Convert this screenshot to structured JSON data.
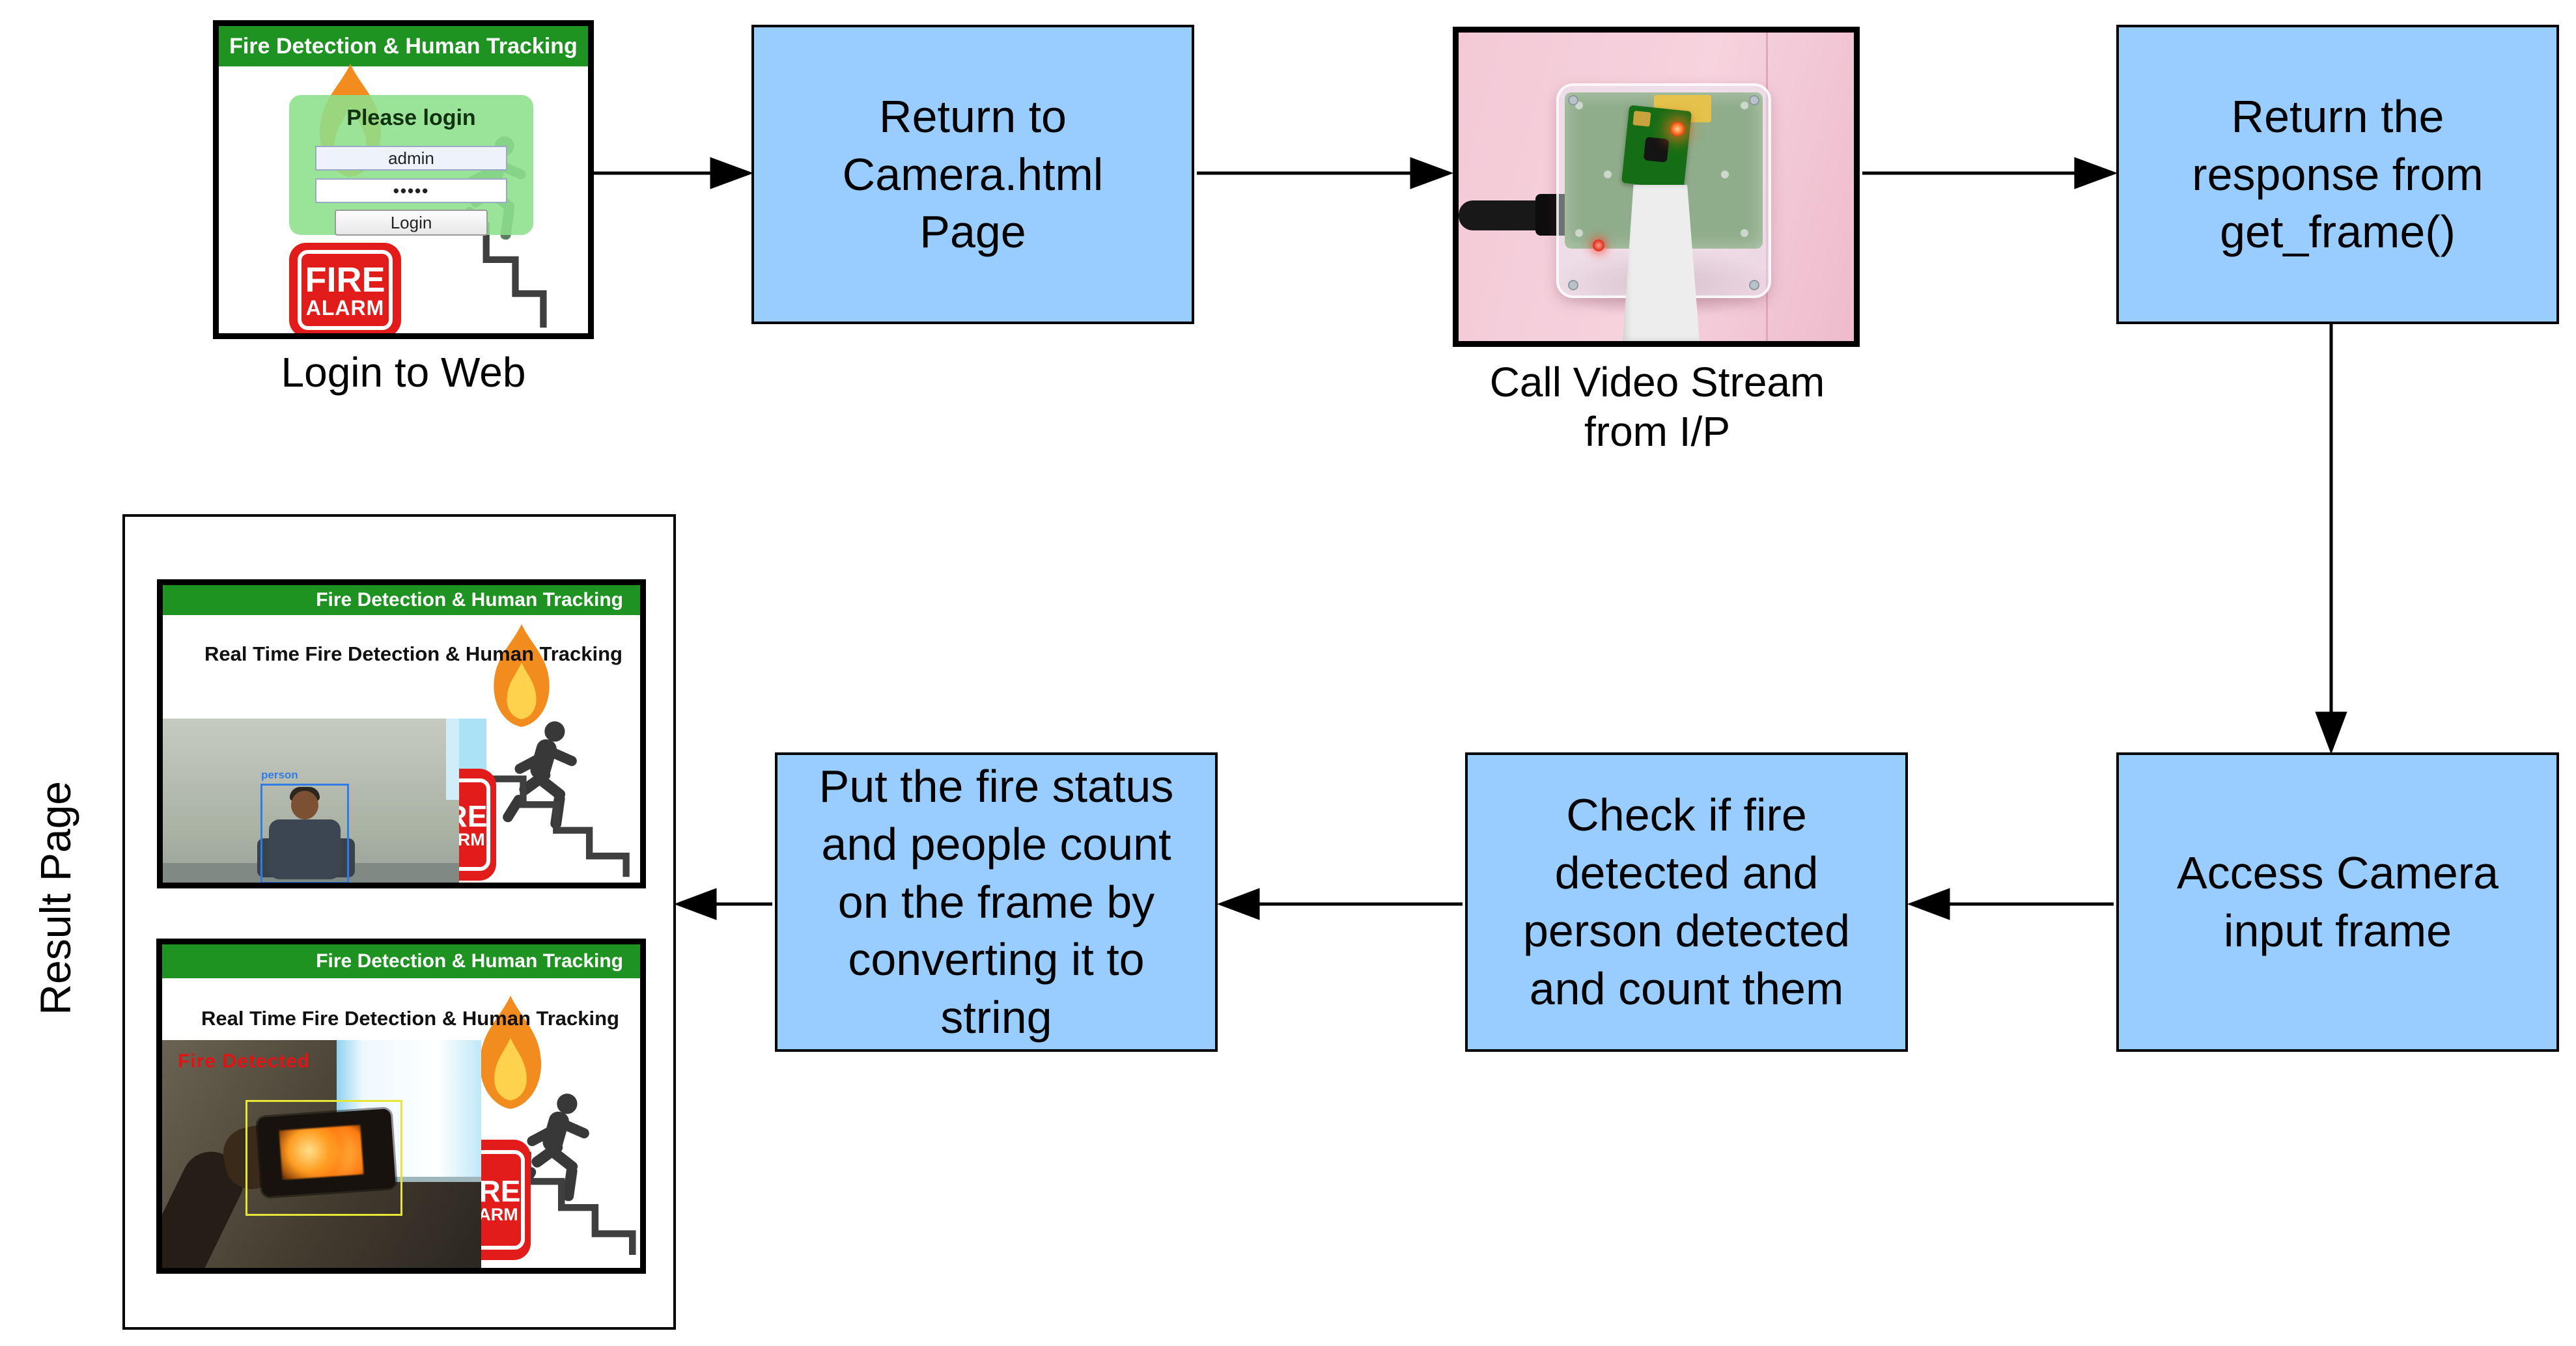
{
  "captions": {
    "login": "Login to Web",
    "camera": "Call Video Stream\nfrom I/P",
    "result": "Result Page"
  },
  "flow_boxes": {
    "return_camera": "Return to\nCamera.html\nPage",
    "return_response": "Return the\nresponse from\nget_frame()",
    "access_camera": "Access Camera\ninput frame",
    "check_fire": "Check if fire\ndetected and\nperson detected\nand count them",
    "put_status": "Put the fire status\nand people count\non the frame by\nconverting it to\nstring"
  },
  "login_screen": {
    "title": "Fire Detection & Human Tracking",
    "prompt": "Please login",
    "username": "admin",
    "password_mask": "•••••",
    "login_button": "Login",
    "alarm_word_top": "FIRE",
    "alarm_word_bottom": "ALARM"
  },
  "result_top": {
    "title": "Fire Detection & Human Tracking",
    "heading": "Real Time Fire Detection & Human Tracking",
    "person_label": "person",
    "alarm_word_top": "FIRE",
    "alarm_word_bottom": "ALARM"
  },
  "result_bottom": {
    "title": "Fire Detection & Human Tracking",
    "heading": "Real Time Fire Detection & Human Tracking",
    "fire_status": "Fire Detected",
    "alarm_word_top": "FIRE",
    "alarm_word_bottom": "ALARM"
  },
  "icons": {
    "flame-icon": "svg flame shape",
    "running-person-icon": "svg silhouette",
    "stairs-icon": "svg stepped polyline",
    "fire-alarm-badge": "red rounded badge",
    "raspberry-pi-camera-photo": "css composition"
  },
  "colors": {
    "flow_box_fill": "#99CCFF",
    "header_green": "#1F9321",
    "alarm_red": "#E21B1B",
    "fire_status_red": "#E01414",
    "person_bbox_blue": "#2F7BE8",
    "fire_bbox_yellow": "#E6E636",
    "flame_orange": "#F28C1E",
    "arrow_black": "#000000"
  }
}
